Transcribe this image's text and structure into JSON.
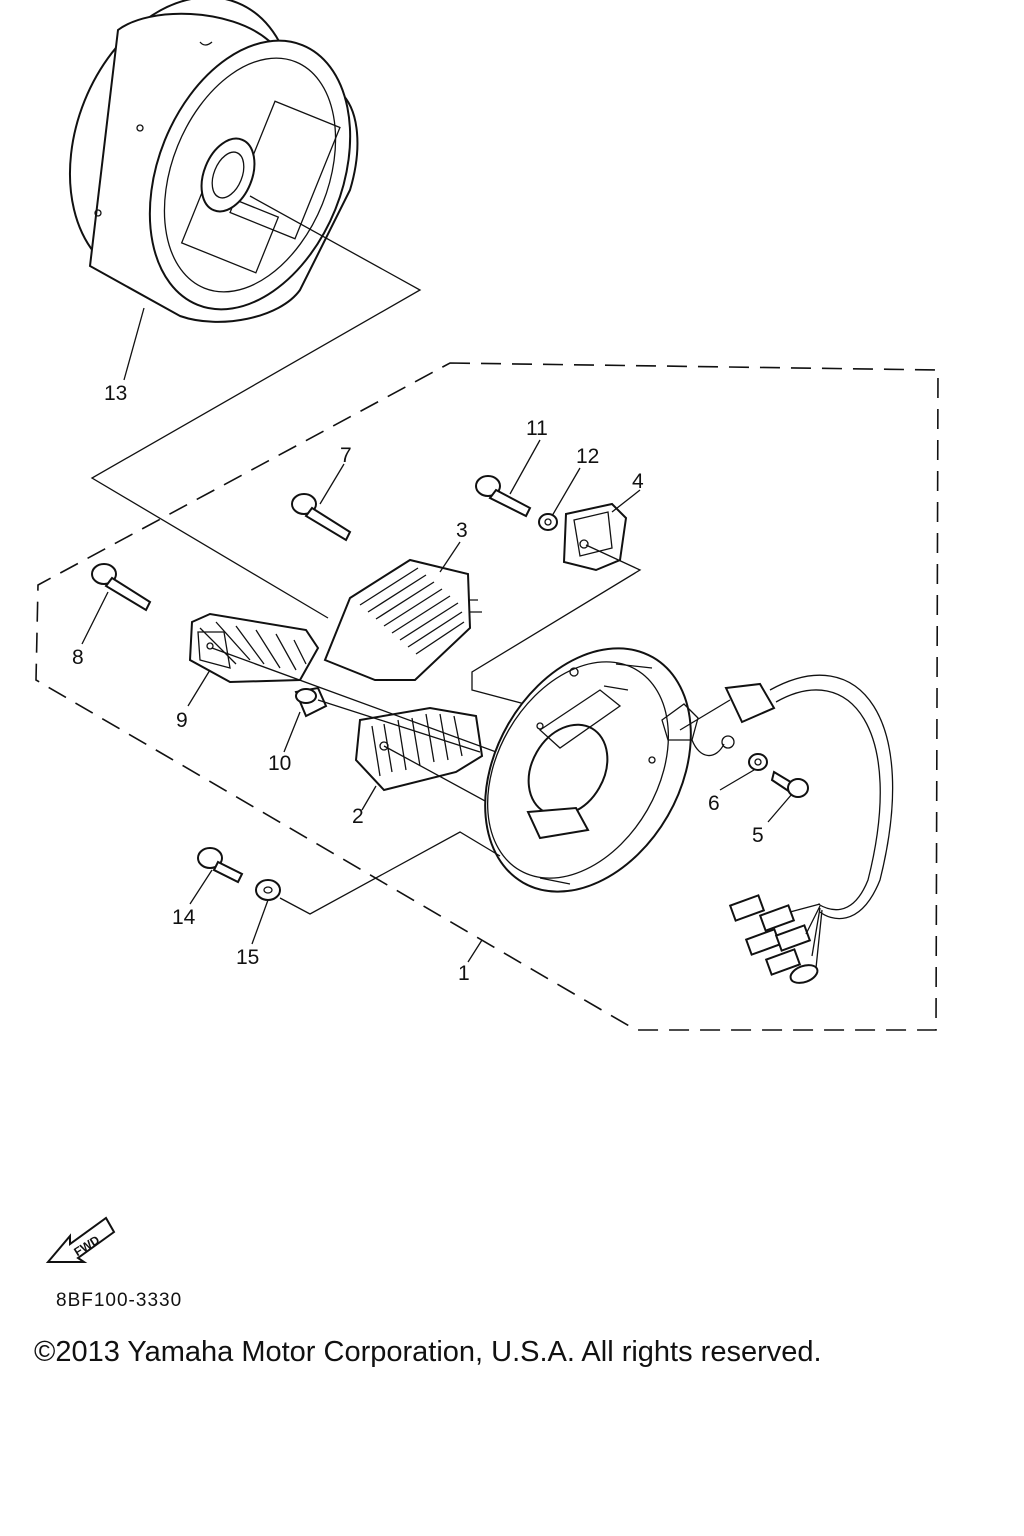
{
  "diagram": {
    "callouts": {
      "p1": "1",
      "p2": "2",
      "p3": "3",
      "p4": "4",
      "p5": "5",
      "p6": "6",
      "p7": "7",
      "p8": "8",
      "p9": "9",
      "p10": "10",
      "p11": "11",
      "p12": "12",
      "p13": "13",
      "p14": "14",
      "p15": "15"
    },
    "fwd_label": "FWD"
  },
  "footer": {
    "diagram_code": "8BF100-3330",
    "copyright": "©2013 Yamaha Motor Corporation, U.S.A. All rights reserved."
  }
}
